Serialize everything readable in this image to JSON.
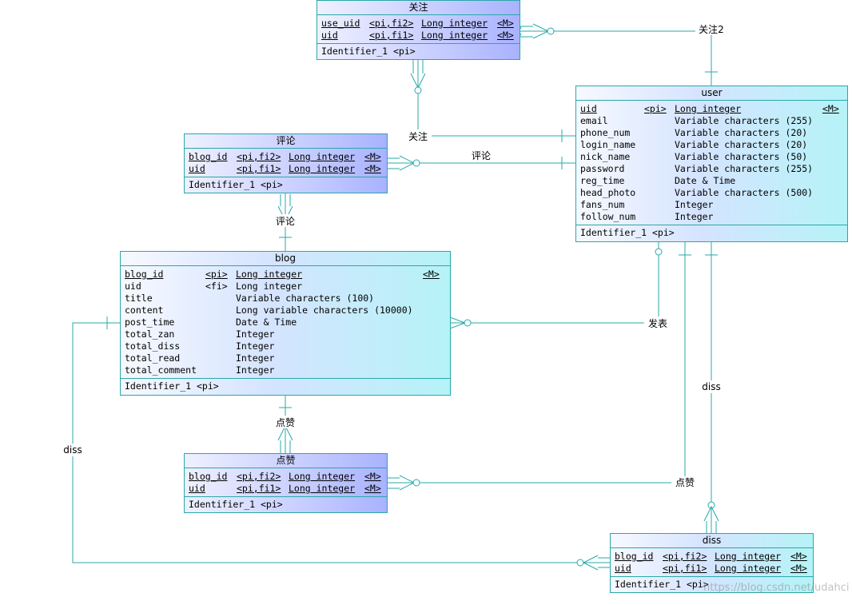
{
  "entities": {
    "guanzhu": {
      "title": "关注",
      "attrs": [
        {
          "name": "use_uid",
          "key": "<pi,fi2>",
          "type": "Long integer",
          "mand": "<M>"
        },
        {
          "name": "uid",
          "key": "<pi,fi1>",
          "type": "Long integer",
          "mand": "<M>"
        }
      ],
      "identifier": "Identifier_1  <pi>"
    },
    "user": {
      "title": "user",
      "attrs": [
        {
          "name": "uid",
          "key": "<pi>",
          "type": "Long integer",
          "mand": "<M>"
        },
        {
          "name": "email",
          "key": "",
          "type": "Variable characters (255)",
          "mand": ""
        },
        {
          "name": "phone_num",
          "key": "",
          "type": "Variable characters (20)",
          "mand": ""
        },
        {
          "name": "login_name",
          "key": "",
          "type": "Variable characters (20)",
          "mand": ""
        },
        {
          "name": "nick_name",
          "key": "",
          "type": "Variable characters (50)",
          "mand": ""
        },
        {
          "name": "password",
          "key": "",
          "type": "Variable characters (255)",
          "mand": ""
        },
        {
          "name": "reg_time",
          "key": "",
          "type": "Date & Time",
          "mand": ""
        },
        {
          "name": "head_photo",
          "key": "",
          "type": "Variable characters (500)",
          "mand": ""
        },
        {
          "name": "fans_num",
          "key": "",
          "type": "Integer",
          "mand": ""
        },
        {
          "name": "follow_num",
          "key": "",
          "type": "Integer",
          "mand": ""
        }
      ],
      "identifier": "Identifier_1  <pi>"
    },
    "pinglun": {
      "title": "评论",
      "attrs": [
        {
          "name": "blog_id",
          "key": "<pi,fi2>",
          "type": "Long integer",
          "mand": "<M>"
        },
        {
          "name": "uid",
          "key": "<pi,fi1>",
          "type": "Long integer",
          "mand": "<M>"
        }
      ],
      "identifier": "Identifier_1  <pi>"
    },
    "blog": {
      "title": "blog",
      "attrs": [
        {
          "name": "blog_id",
          "key": "<pi>",
          "type": "Long integer",
          "mand": "<M>"
        },
        {
          "name": "uid",
          "key": "<fi>",
          "type": "Long integer",
          "mand": ""
        },
        {
          "name": "title",
          "key": "",
          "type": "Variable characters (100)",
          "mand": ""
        },
        {
          "name": "content",
          "key": "",
          "type": "Long variable characters (10000)",
          "mand": ""
        },
        {
          "name": "post_time",
          "key": "",
          "type": "Date & Time",
          "mand": ""
        },
        {
          "name": "total_zan",
          "key": "",
          "type": "Integer",
          "mand": ""
        },
        {
          "name": "total_diss",
          "key": "",
          "type": "Integer",
          "mand": ""
        },
        {
          "name": "total_read",
          "key": "",
          "type": "Integer",
          "mand": ""
        },
        {
          "name": "total_comment",
          "key": "",
          "type": "Integer",
          "mand": ""
        }
      ],
      "identifier": "Identifier_1  <pi>"
    },
    "dianzan": {
      "title": "点赞",
      "attrs": [
        {
          "name": "blog_id",
          "key": "<pi,fi2>",
          "type": "Long integer",
          "mand": "<M>"
        },
        {
          "name": "uid",
          "key": "<pi,fi1>",
          "type": "Long integer",
          "mand": "<M>"
        }
      ],
      "identifier": "Identifier_1  <pi>"
    },
    "diss": {
      "title": "diss",
      "attrs": [
        {
          "name": "blog_id",
          "key": "<pi,fi2>",
          "type": "Long integer",
          "mand": "<M>"
        },
        {
          "name": "uid",
          "key": "<pi,fi1>",
          "type": "Long integer",
          "mand": "<M>"
        }
      ],
      "identifier": "Identifier_1  <pi>"
    }
  },
  "relationships": {
    "guanzhu2": "关注2",
    "guanzhu": "关注",
    "pinglun_user": "评论",
    "pinglun_blog": "评论",
    "fabiao": "发表",
    "dianzan_blog": "点赞",
    "dianzan_user": "点赞",
    "diss_user": "diss",
    "diss_blog": "diss"
  },
  "colors": {
    "line": "#2aa8a8",
    "entity_blue": "#a9b2ff",
    "entity_cyan": "#b5f3f7"
  },
  "watermark": "https://blog.csdn.net/udahci"
}
